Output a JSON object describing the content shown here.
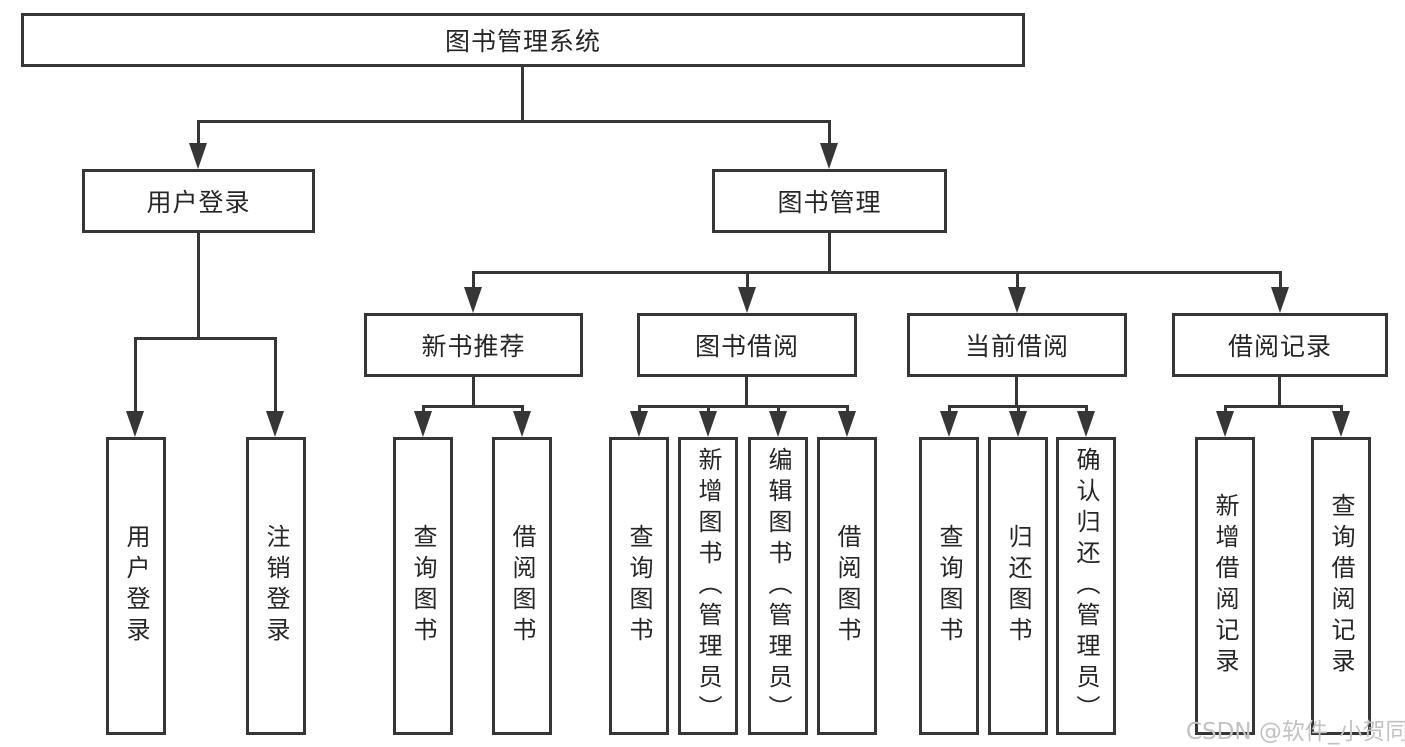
{
  "tree": {
    "root": {
      "label": "图书管理系统"
    },
    "branches": [
      {
        "label": "用户登录",
        "children": [
          {
            "label": "用户登录"
          },
          {
            "label": "注销登录"
          }
        ]
      },
      {
        "label": "图书管理",
        "children": [
          {
            "label": "新书推荐",
            "children": [
              {
                "label": "查询图书"
              },
              {
                "label": "借阅图书"
              }
            ]
          },
          {
            "label": "图书借阅",
            "children": [
              {
                "label": "查询图书"
              },
              {
                "label": "新增图书（管理员）"
              },
              {
                "label": "编辑图书（管理员）"
              },
              {
                "label": "借阅图书"
              }
            ]
          },
          {
            "label": "当前借阅",
            "children": [
              {
                "label": "查询图书"
              },
              {
                "label": "归还图书"
              },
              {
                "label": "确认归还（管理员）"
              }
            ]
          },
          {
            "label": "借阅记录",
            "children": [
              {
                "label": "新增借阅记录"
              },
              {
                "label": "查询借阅记录"
              }
            ]
          }
        ]
      }
    ]
  },
  "watermark": "CSDN @软件_小贺同学",
  "colors": {
    "line": "#363636",
    "text": "#262626",
    "background": "#ffffff",
    "watermark": "#c3c3c3"
  }
}
